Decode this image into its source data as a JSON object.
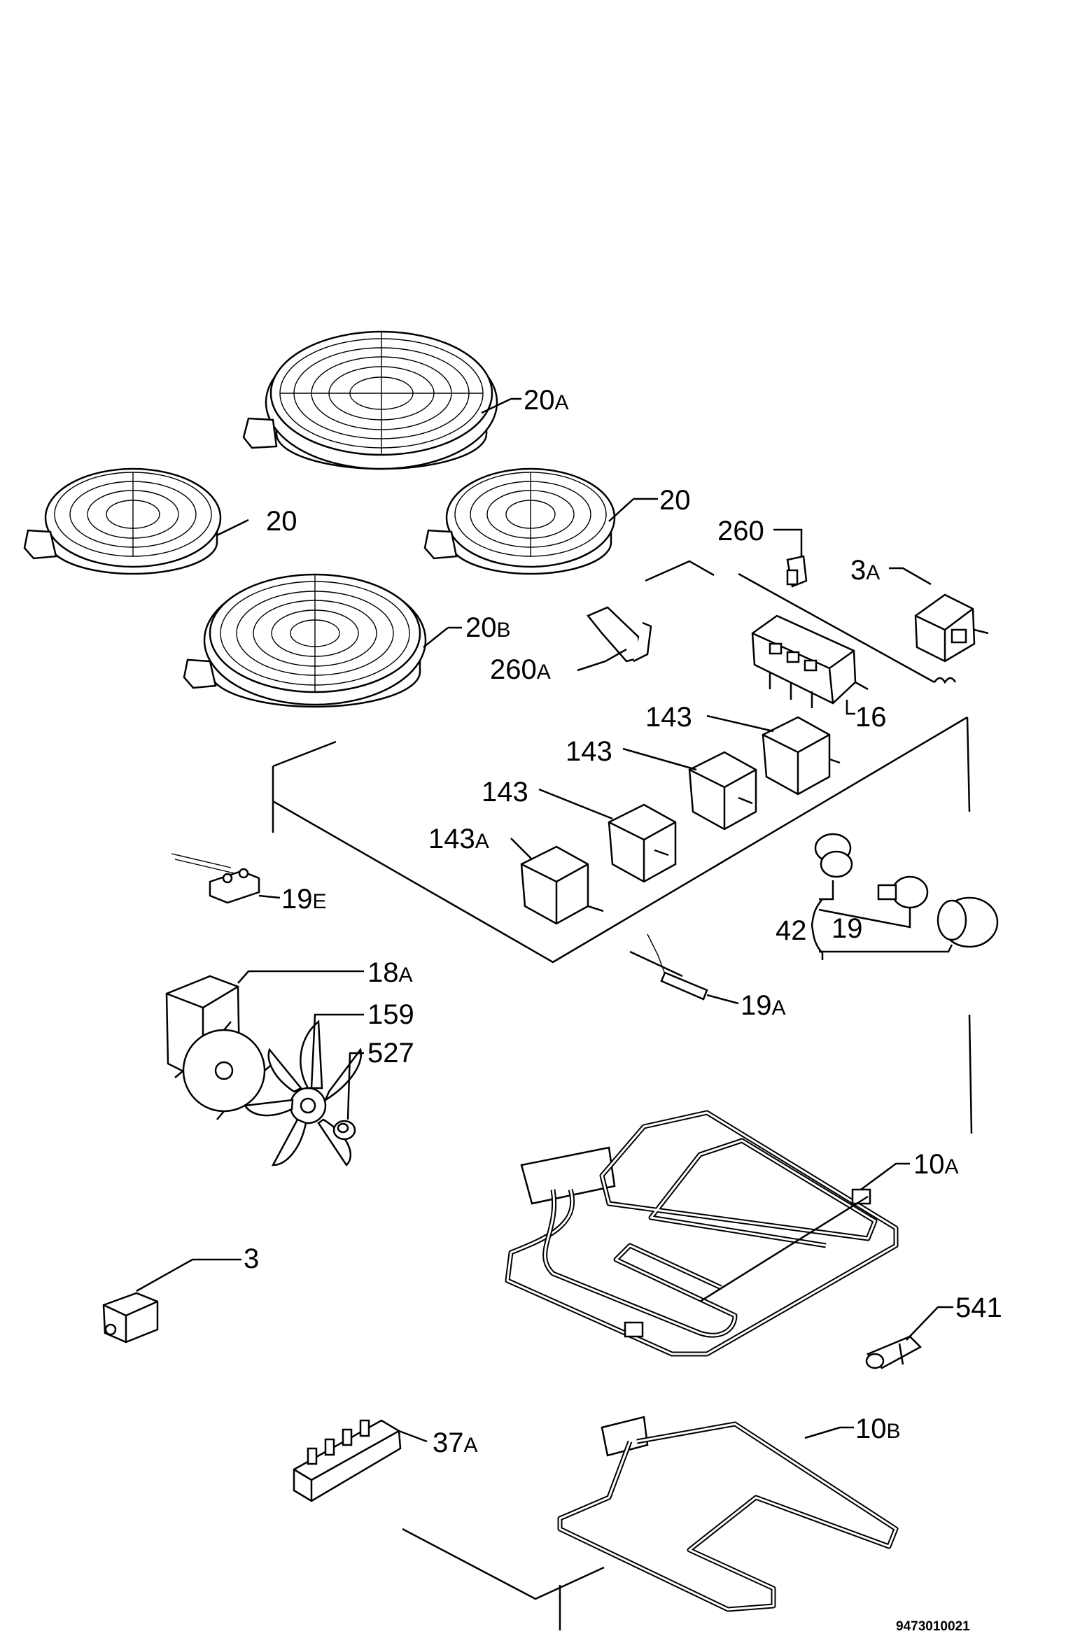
{
  "diagram_code": "9473010021",
  "callouts": {
    "c20a": {
      "num": "20",
      "suffix": "A"
    },
    "c20_left": {
      "num": "20",
      "suffix": ""
    },
    "c20_right": {
      "num": "20",
      "suffix": ""
    },
    "c20b": {
      "num": "20",
      "suffix": "B"
    },
    "c260": {
      "num": "260",
      "suffix": ""
    },
    "c260a": {
      "num": "260",
      "suffix": "A"
    },
    "c3a": {
      "num": "3",
      "suffix": "A"
    },
    "c16": {
      "num": "16",
      "suffix": ""
    },
    "c143_1": {
      "num": "143",
      "suffix": ""
    },
    "c143_2": {
      "num": "143",
      "suffix": ""
    },
    "c143_3": {
      "num": "143",
      "suffix": ""
    },
    "c143a": {
      "num": "143",
      "suffix": "A"
    },
    "c19e": {
      "num": "19",
      "suffix": "E"
    },
    "c42": {
      "num": "42",
      "suffix": ""
    },
    "c19": {
      "num": "19",
      "suffix": ""
    },
    "c19a": {
      "num": "19",
      "suffix": "A"
    },
    "c18a": {
      "num": "18",
      "suffix": "A"
    },
    "c159": {
      "num": "159",
      "suffix": ""
    },
    "c527": {
      "num": "527",
      "suffix": ""
    },
    "c10a": {
      "num": "10",
      "suffix": "A"
    },
    "c3": {
      "num": "3",
      "suffix": ""
    },
    "c541": {
      "num": "541",
      "suffix": ""
    },
    "c37a": {
      "num": "37",
      "suffix": "A"
    },
    "c10b": {
      "num": "10",
      "suffix": "B"
    }
  },
  "parts": {
    "hotplate_20a": "hotplate-icon",
    "hotplate_20": "hotplate-icon",
    "hotplate_20b": "hotplate-icon",
    "switch_143": "rotary-switch-icon",
    "thermostat_3a": "thermostat-icon",
    "fan_motor_18a": "fan-motor-icon",
    "fan_blade_159": "fan-blade-icon",
    "grill_element_10a": "heating-element-icon",
    "lower_element_10b": "heating-element-icon",
    "lamp_19": "lamp-bulb-icon",
    "terminal_block_37a": "terminal-block-icon"
  }
}
